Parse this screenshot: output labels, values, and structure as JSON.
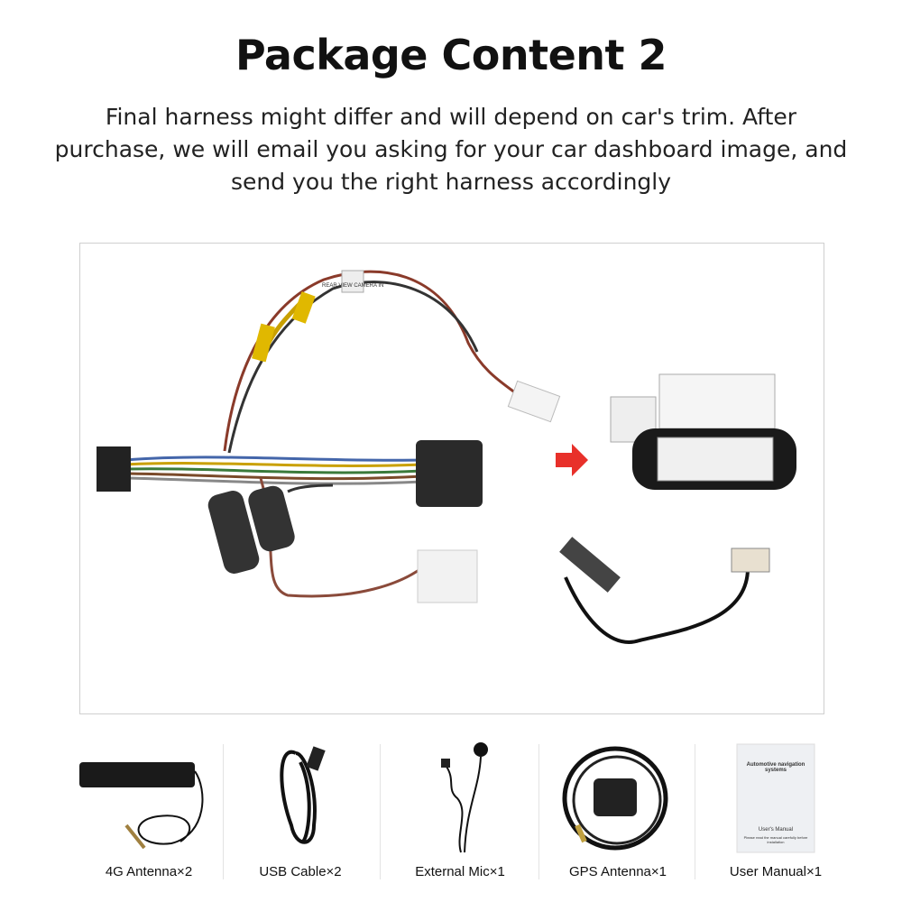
{
  "header": {
    "title": "Package Content 2",
    "subtitle": "Final harness might differ and will depend on car's trim. After purchase, we will email you asking for your car dashboard image, and send you the right harness accordingly"
  },
  "main_image": {
    "arrow_color": "#e8302a",
    "label_rear_view": "REAR VIEW CAMERA IN"
  },
  "accessories": [
    {
      "label": "4G Antenna×2",
      "icon": "4g-antenna"
    },
    {
      "label": "USB Cable×2",
      "icon": "usb-cable"
    },
    {
      "label": "External Mic×1",
      "icon": "microphone"
    },
    {
      "label": "GPS Antenna×1",
      "icon": "gps-antenna"
    },
    {
      "label": "User Manual×1",
      "icon": "manual"
    }
  ],
  "manual": {
    "title": "Automotive navigation systems",
    "footer": "User's Manual",
    "note": "Please read the manual carefully before installation"
  }
}
